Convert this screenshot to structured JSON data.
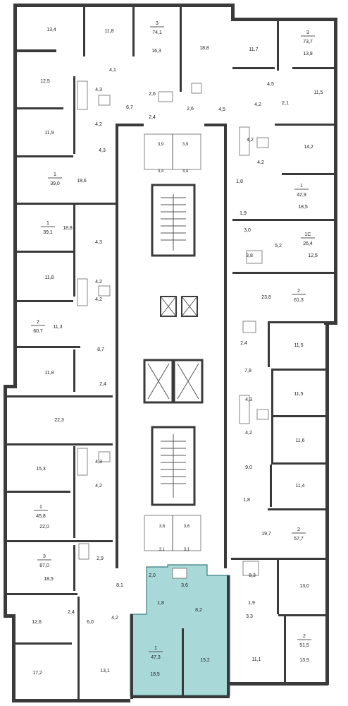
{
  "colors": {
    "wall": "#3a3a3a",
    "highlight": "#a8d8d8",
    "highlight_stroke": "#3a7f7f",
    "background": "#ffffff"
  },
  "highlighted_unit": {
    "rooms": "1",
    "area": "47,3"
  },
  "units": [
    {
      "rooms": "3",
      "area": "74,1"
    },
    {
      "rooms": "3",
      "area": "73,7"
    },
    {
      "rooms": "1",
      "area": "39,0"
    },
    {
      "rooms": "1",
      "area": "42,9"
    },
    {
      "rooms": "1",
      "area": "39,1"
    },
    {
      "rooms": "1С",
      "area": "26,4"
    },
    {
      "rooms": "2",
      "area": "61,3"
    },
    {
      "rooms": "2",
      "area": "60,7"
    },
    {
      "rooms": "1",
      "area": "45,8"
    },
    {
      "rooms": "2",
      "area": "57,7"
    },
    {
      "rooms": "3",
      "area": "87,0"
    },
    {
      "rooms": "1",
      "area": "47,3"
    },
    {
      "rooms": "2",
      "area": "51,5"
    }
  ],
  "rooms": [
    "13,4",
    "11,8",
    "16,3",
    "18,8",
    "11,7",
    "13,8",
    "4,1",
    "12,5",
    "4,3",
    "2,6",
    "2,6",
    "6,7",
    "4,5",
    "4,5",
    "11,5",
    "4,2",
    "2,1",
    "2,4",
    "11,9",
    "4,2",
    "4,2",
    "4,3",
    "3,9",
    "3,9",
    "14,2",
    "3,4",
    "3,4",
    "4,2",
    "18,6",
    "1,8",
    "18,5",
    "1,9",
    "18,8",
    "3,0",
    "5,2",
    "4,3",
    "3,8",
    "12,5",
    "11,8",
    "4,2",
    "23,8",
    "4,2",
    "11,3",
    "11,5",
    "2,4",
    "8,7",
    "7,8",
    "11,8",
    "2,4",
    "11,5",
    "22,3",
    "4,3",
    "4,2",
    "11,6",
    "15,3",
    "4,3",
    "9,0",
    "4,2",
    "11,4",
    "1,8",
    "22,0",
    "19,7",
    "3,6",
    "3,6",
    "3,1",
    "3,1",
    "2,9",
    "8,3",
    "18,5",
    "8,1",
    "2,0",
    "3,6",
    "13,0",
    "1,8",
    "8,2",
    "1,9",
    "2,4",
    "6,0",
    "3,3",
    "12,6",
    "4,2",
    "17,2",
    "13,1",
    "18,5",
    "15,2",
    "11,1",
    "13,9"
  ]
}
